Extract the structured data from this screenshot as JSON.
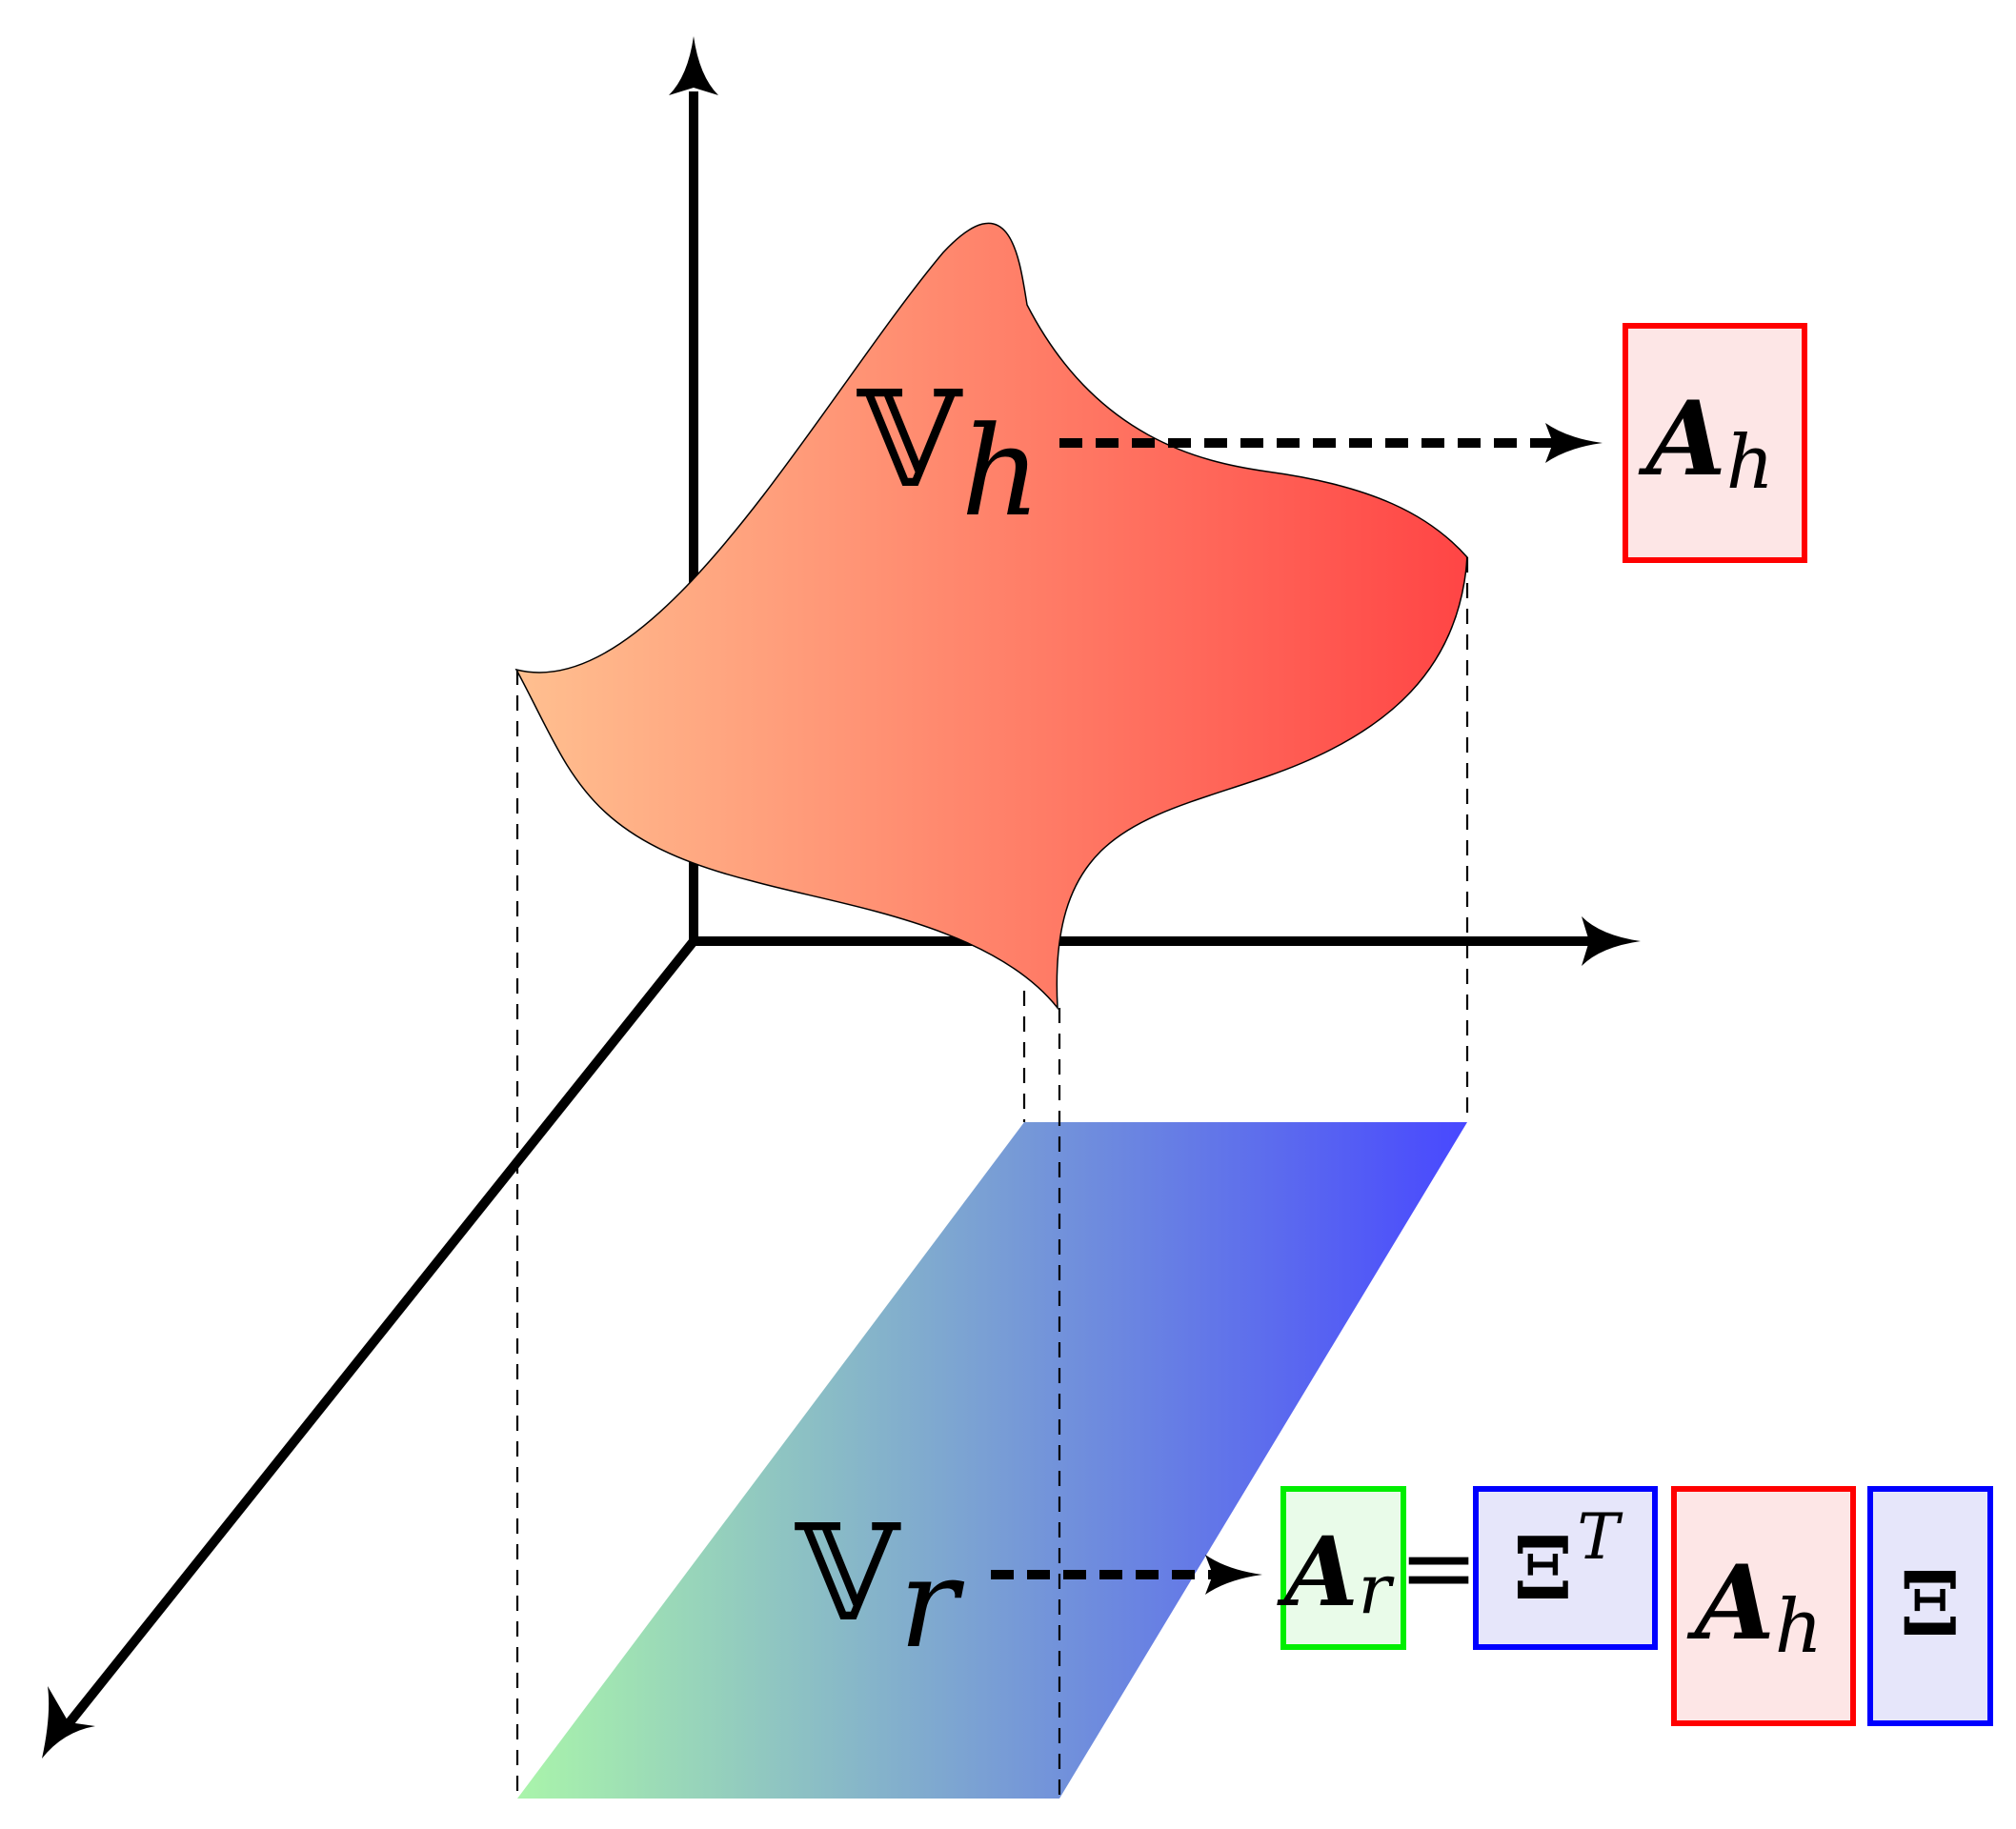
{
  "high_space": {
    "symbol": "𝕍",
    "subscript": "h"
  },
  "reduced_space": {
    "symbol": "𝕍",
    "subscript": "r"
  },
  "high_matrix": {
    "symbol": "A",
    "subscript": "h"
  },
  "reduced_equation": {
    "lhs_symbol": "A",
    "lhs_subscript": "r",
    "equals": "=",
    "basis_transpose_symbol": "Ξ",
    "basis_transpose_superscript": "T",
    "middle_symbol": "A",
    "middle_subscript": "h",
    "basis_symbol": "Ξ"
  },
  "colors": {
    "axis": "#000000",
    "surface_gradient_start": "#ffc090",
    "surface_gradient_end": "#ff4545",
    "plane_gradient_start": "#aaf5aa",
    "plane_gradient_end": "#4848ff",
    "red_box_stroke": "#ff0000",
    "red_box_fill": "#fde6e6",
    "green_box_stroke": "#00ee00",
    "green_box_fill": "#e9fbe9",
    "blue_box_stroke": "#0000ff",
    "blue_box_fill": "#e6e6fa"
  }
}
